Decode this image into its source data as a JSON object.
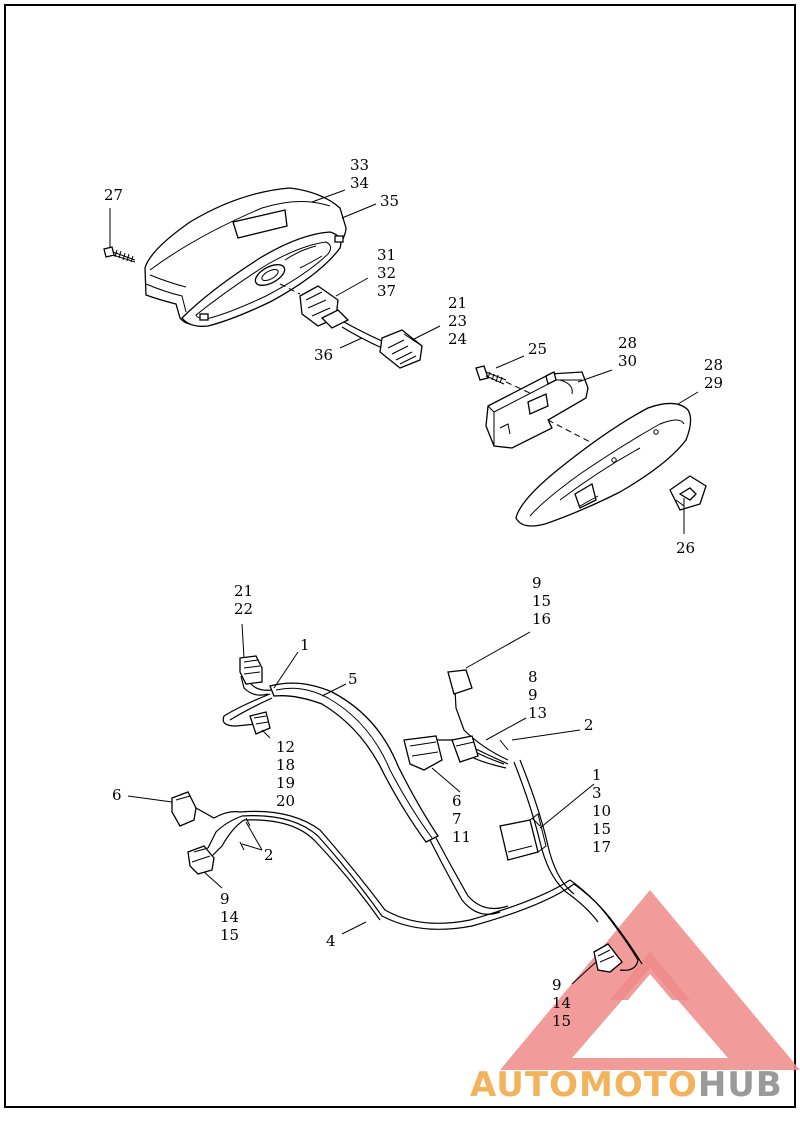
{
  "callouts": [
    {
      "id": "c27",
      "lines": [
        "27"
      ]
    },
    {
      "id": "c3334",
      "lines": [
        "33",
        "34"
      ]
    },
    {
      "id": "c35",
      "lines": [
        "35"
      ]
    },
    {
      "id": "c313237",
      "lines": [
        "31",
        "32",
        "37"
      ]
    },
    {
      "id": "c212324",
      "lines": [
        "21",
        "23",
        "24"
      ]
    },
    {
      "id": "c36",
      "lines": [
        "36"
      ]
    },
    {
      "id": "c25",
      "lines": [
        "25"
      ]
    },
    {
      "id": "c2830",
      "lines": [
        "28",
        "30"
      ]
    },
    {
      "id": "c2829",
      "lines": [
        "28",
        "29"
      ]
    },
    {
      "id": "c26",
      "lines": [
        "26"
      ]
    },
    {
      "id": "c2122",
      "lines": [
        "21",
        "22"
      ]
    },
    {
      "id": "c1a",
      "lines": [
        "1"
      ]
    },
    {
      "id": "c5",
      "lines": [
        "5"
      ]
    },
    {
      "id": "c91516",
      "lines": [
        "9",
        "15",
        "16"
      ]
    },
    {
      "id": "c8913",
      "lines": [
        "8",
        "9",
        "13"
      ]
    },
    {
      "id": "c2a",
      "lines": [
        "2"
      ]
    },
    {
      "id": "c12181920",
      "lines": [
        "12",
        "18",
        "19",
        "20"
      ]
    },
    {
      "id": "c6a",
      "lines": [
        "6"
      ]
    },
    {
      "id": "c2b",
      "lines": [
        "2"
      ]
    },
    {
      "id": "c6711",
      "lines": [
        "6",
        "7",
        "11"
      ]
    },
    {
      "id": "c13101517",
      "lines": [
        "1",
        "3",
        "10",
        "15",
        "17"
      ]
    },
    {
      "id": "c91415a",
      "lines": [
        "9",
        "14",
        "15"
      ]
    },
    {
      "id": "c4",
      "lines": [
        "4"
      ]
    },
    {
      "id": "c91415b",
      "lines": [
        "9",
        "14",
        "15"
      ]
    }
  ],
  "watermark": {
    "part1": "AUTO",
    "part2": "MOTO",
    "part3": "HUB",
    "color_main": "#f2b35c",
    "color_triangle": "#ee8a8a",
    "color_hub": "#9a9a9a"
  }
}
